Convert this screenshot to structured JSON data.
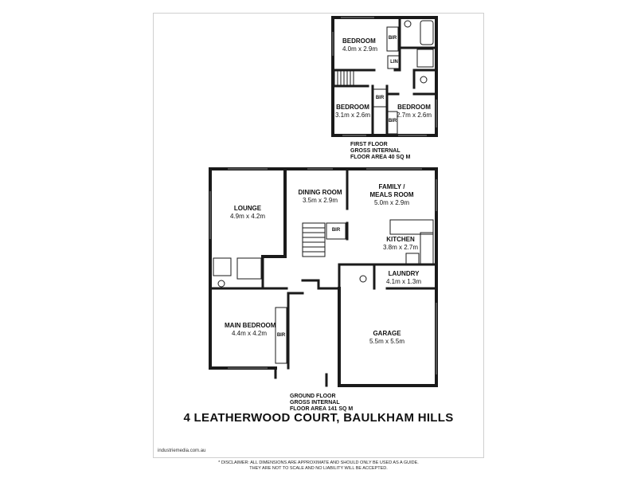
{
  "title": "4 LEATHERWOOD COURT, BAULKHAM HILLS",
  "first_floor": {
    "area_lines": [
      "FIRST FLOOR",
      "GROSS INTERNAL",
      "FLOOR AREA 40 SQ M"
    ],
    "rooms": [
      {
        "name": "BEDROOM",
        "dims": "4.0m x 2.9m"
      },
      {
        "name": "BEDROOM",
        "dims": "3.1m x 2.6m"
      },
      {
        "name": "BEDROOM",
        "dims": "2.7m x 2.6m"
      }
    ],
    "small_labels": [
      "BIR",
      "LIN",
      "BIR",
      "BIR"
    ]
  },
  "ground_floor": {
    "area_lines": [
      "GROUND FLOOR",
      "GROSS INTERNAL",
      "FLOOR AREA 141 SQ M"
    ],
    "rooms": [
      {
        "name": "LOUNGE",
        "dims": "4.9m x 4.2m"
      },
      {
        "name": "DINING ROOM",
        "dims": "3.5m x 2.9m"
      },
      {
        "name": "FAMILY /",
        "name2": "MEALS ROOM",
        "dims": "5.0m x 2.9m"
      },
      {
        "name": "KITCHEN",
        "dims": "3.8m x 2.7m"
      },
      {
        "name": "LAUNDRY",
        "dims": "4.1m x 1.3m"
      },
      {
        "name": "MAIN BEDROOM",
        "dims": "4.4m x 4.2m"
      },
      {
        "name": "GARAGE",
        "dims": "5.5m x 5.5m"
      }
    ],
    "small_labels": [
      "BIR",
      "BIR"
    ]
  },
  "credit": "industriemedia.com.au",
  "disclaimer": [
    "* DISCLAIMER: ALL DIMENSIONS ARE APPROXIMATE AND SHOULD ONLY BE USED AS A GUIDE.",
    "THEY ARE NOT TO SCALE AND NO LIABILITY WILL BE ACCEPTED."
  ]
}
